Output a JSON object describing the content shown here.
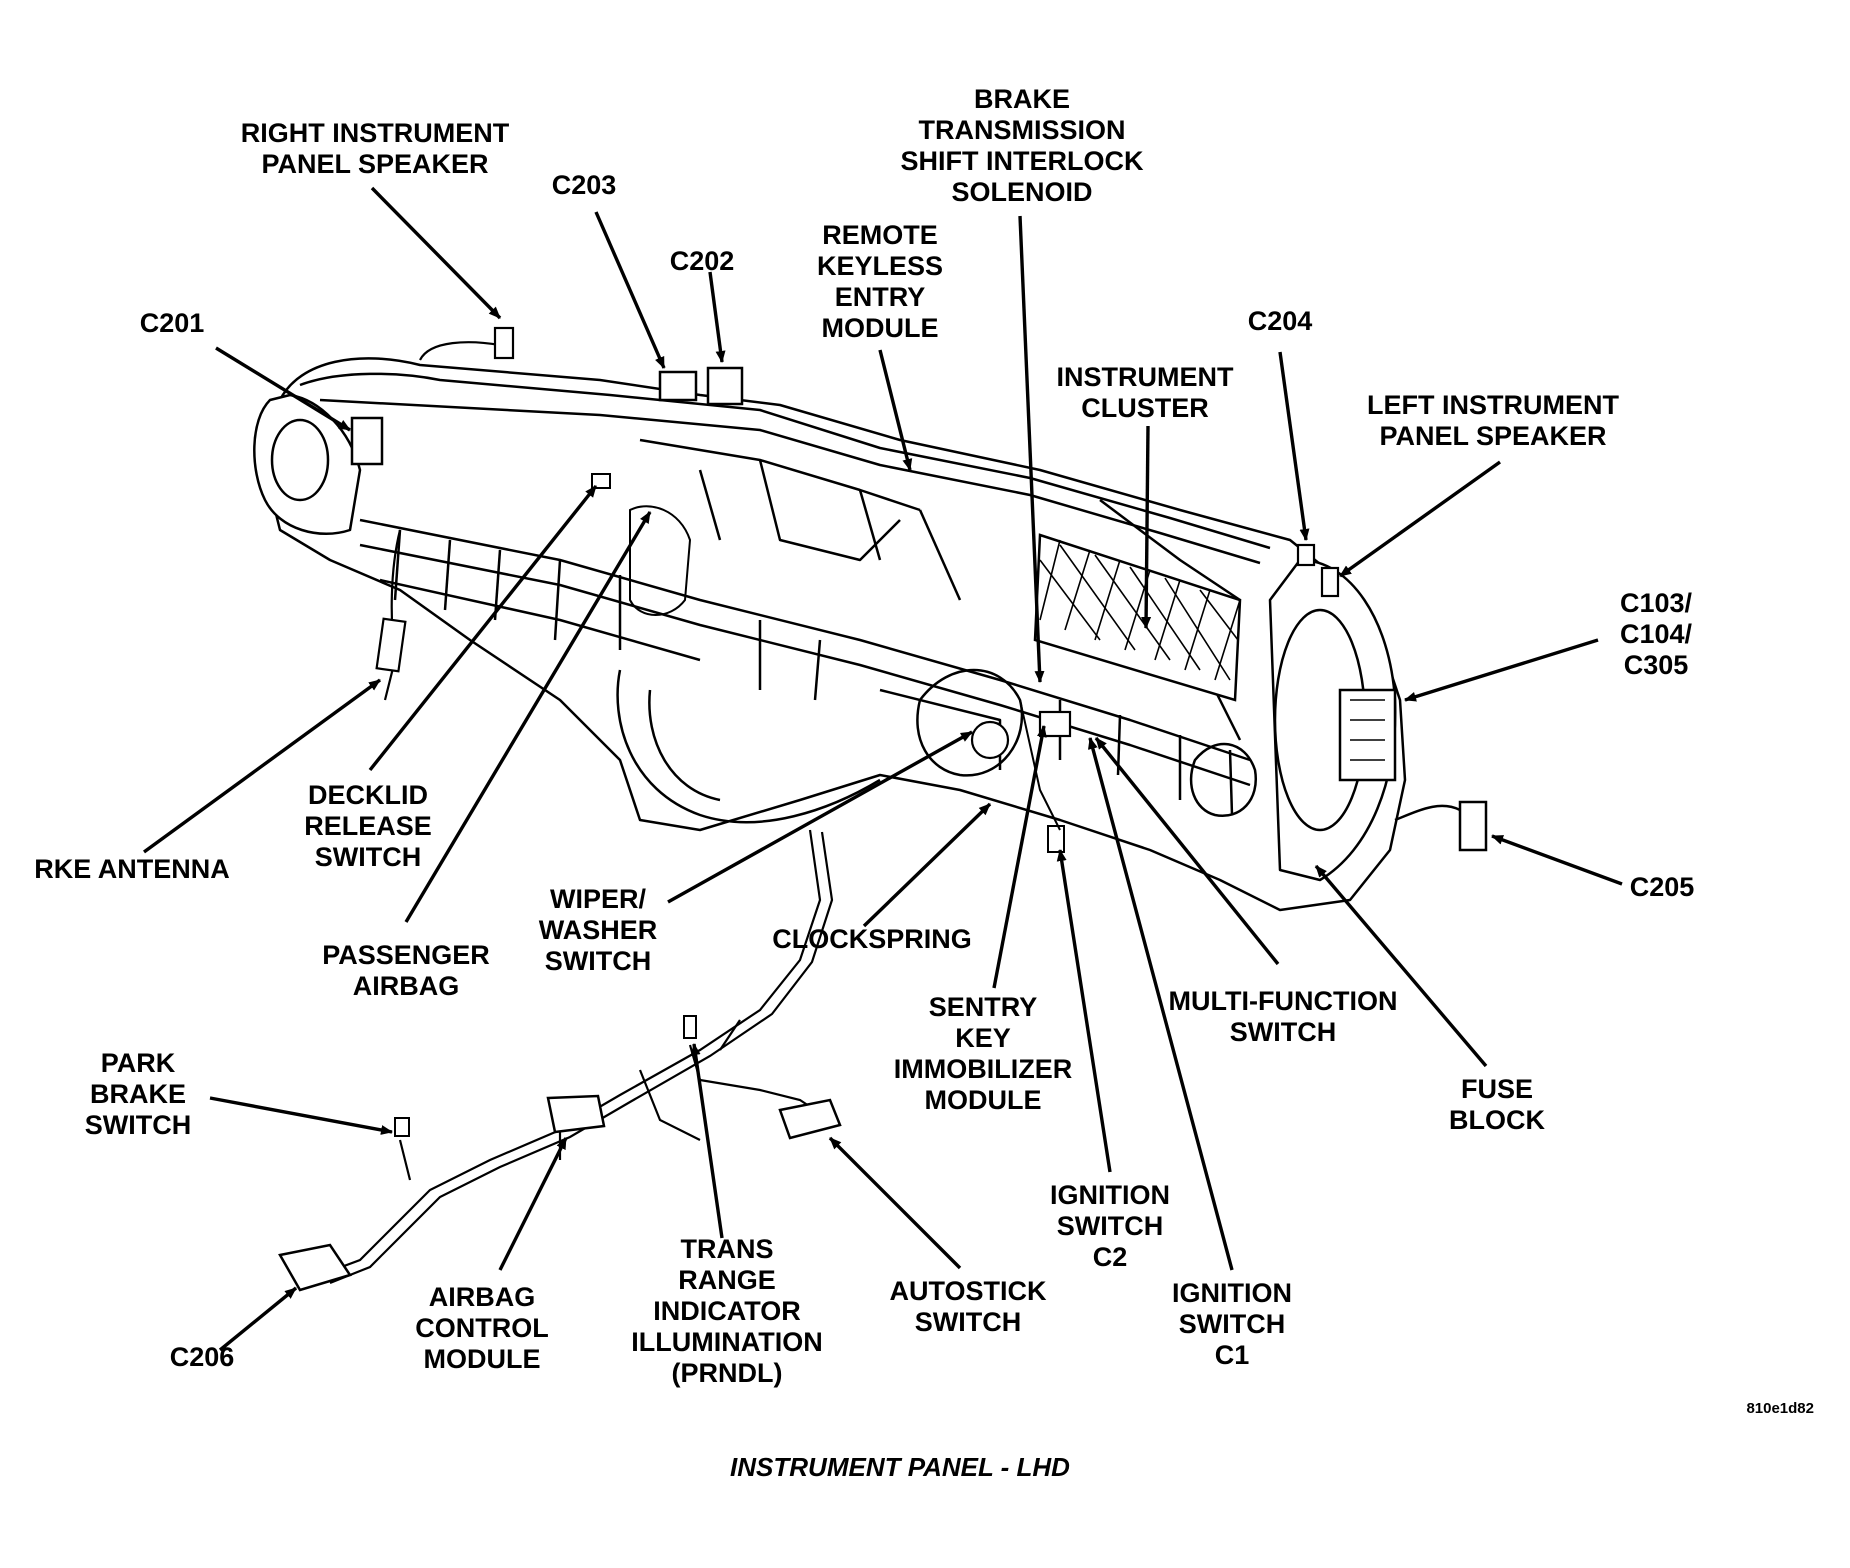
{
  "labels": {
    "right_speaker": [
      "RIGHT INSTRUMENT",
      "PANEL SPEAKER"
    ],
    "c203": [
      "C203"
    ],
    "c202": [
      "C202"
    ],
    "brake_interlock": [
      "BRAKE",
      "TRANSMISSION",
      "SHIFT INTERLOCK",
      "SOLENOID"
    ],
    "rke_module": [
      "REMOTE",
      "KEYLESS",
      "ENTRY",
      "MODULE"
    ],
    "c201": [
      "C201"
    ],
    "c204": [
      "C204"
    ],
    "instrument_cluster": [
      "INSTRUMENT",
      "CLUSTER"
    ],
    "left_speaker": [
      "LEFT INSTRUMENT",
      "PANEL SPEAKER"
    ],
    "c103": [
      "C103/",
      "C104/",
      "C305"
    ],
    "c205": [
      "C205"
    ],
    "rke_antenna": [
      "RKE ANTENNA"
    ],
    "decklid": [
      "DECKLID",
      "RELEASE",
      "SWITCH"
    ],
    "passenger_airbag": [
      "PASSENGER",
      "AIRBAG"
    ],
    "wiper": [
      "WIPER/",
      "WASHER",
      "SWITCH"
    ],
    "clockspring": [
      "CLOCKSPRING"
    ],
    "sentry_key": [
      "SENTRY",
      "KEY",
      "IMMOBILIZER",
      "MODULE"
    ],
    "multi_function": [
      "MULTI-FUNCTION",
      "SWITCH"
    ],
    "fuse_block": [
      "FUSE",
      "BLOCK"
    ],
    "park_brake": [
      "PARK",
      "BRAKE",
      "SWITCH"
    ],
    "ignition_c2": [
      "IGNITION",
      "SWITCH",
      "C2"
    ],
    "ignition_c1": [
      "IGNITION",
      "SWITCH",
      "C1"
    ],
    "c206": [
      "C206"
    ],
    "airbag_module": [
      "AIRBAG",
      "CONTROL",
      "MODULE"
    ],
    "trans_range": [
      "TRANS",
      "RANGE",
      "INDICATOR",
      "ILLUMINATION",
      "(PRNDL)"
    ],
    "autostick": [
      "AUTOSTICK",
      "SWITCH"
    ]
  },
  "figure_code": "810e1d82",
  "caption": "INSTRUMENT PANEL - LHD"
}
